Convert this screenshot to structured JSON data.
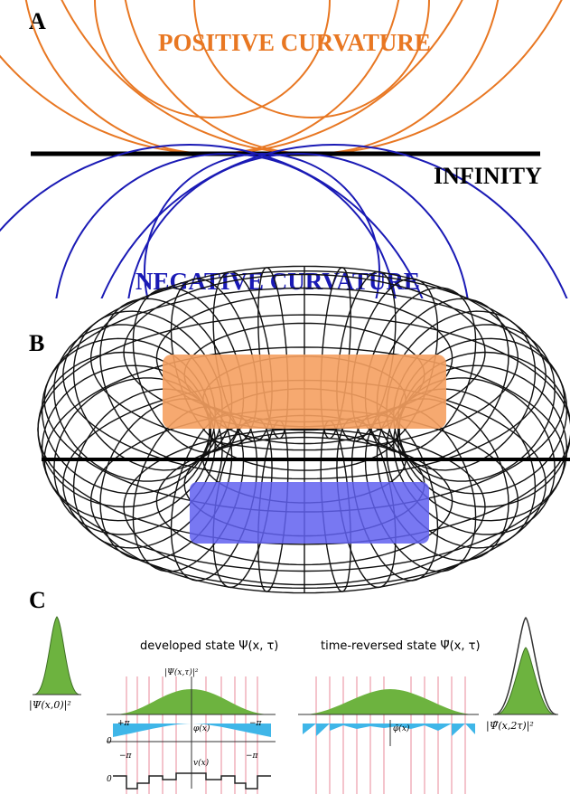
{
  "panel_a": {
    "label": "A",
    "positive_label": "POSITIVE CURVATURE",
    "negative_label": "NEGATIVE CURVATURE",
    "infinity_label": "INFINITY",
    "positive_color": "#E87722",
    "negative_color": "#1A1AB5"
  },
  "panel_b": {
    "label": "B",
    "positive_region_color": "#F5A060",
    "negative_region_color": "#6060F0"
  },
  "panel_c": {
    "label": "C",
    "developed_caption": "developed state  Ψ(x, τ)",
    "reversed_caption": "time-reversed state  Ψ̃(x, τ)",
    "initial_label": "|Ψ(x,0)|²",
    "final_label": "|Ψ̃(x,2τ)|²",
    "psi_tau_label": "|Ψ(x,τ)|²",
    "phi_label": "φ(x)",
    "phi_tilde_label": "φ̃(x)",
    "v_label": "v(x)",
    "plus_pi": "+π",
    "minus_pi": "−π",
    "zero_a": "0",
    "zero_b": "0",
    "gauss_color": "#6DB33F",
    "phase_color": "#3FB6E8",
    "grid_line_color": "#E88A9A"
  }
}
